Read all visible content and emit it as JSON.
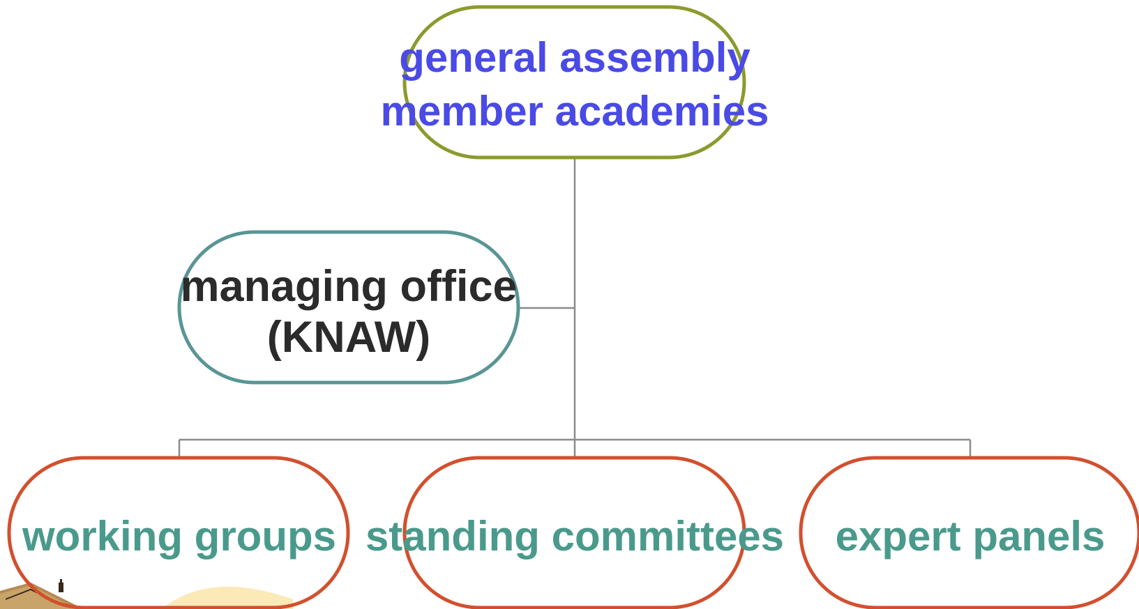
{
  "nodes": {
    "top": {
      "lines": [
        "general assembly",
        "member academies"
      ],
      "border_color": "#8c9a2e",
      "text_color": "#4a4ae6"
    },
    "office": {
      "lines": [
        "managing office",
        "(KNAW)"
      ],
      "border_color": "#5a9595",
      "text_color": "#2b2b2b"
    },
    "bottom": [
      {
        "label": "working groups",
        "border_color": "#d2502e",
        "text_color": "#4a9a8c"
      },
      {
        "label": "standing committees",
        "border_color": "#d2502e",
        "text_color": "#4a9a8c"
      },
      {
        "label": "expert panels",
        "border_color": "#d2502e",
        "text_color": "#4a9a8c"
      }
    ]
  },
  "connector_color": "#8a8a8a"
}
